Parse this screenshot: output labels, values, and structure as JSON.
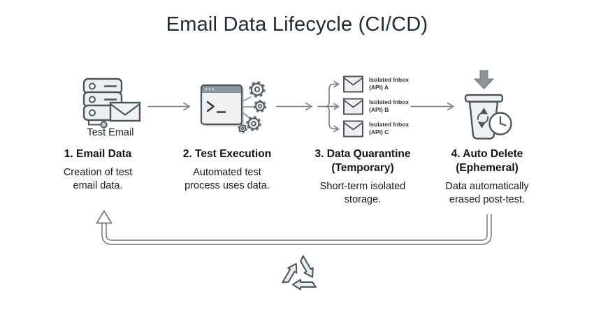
{
  "title": "Email Data Lifecycle (CI/CD)",
  "stages": [
    {
      "heading": "1. Email Data",
      "body": "Creation of test\nemail data.",
      "icon": "server-email-icon",
      "icon_caption": "Test Email"
    },
    {
      "heading": "2. Test Execution",
      "body": "Automated test\nprocess uses data.",
      "icon": "terminal-gears-icon"
    },
    {
      "heading": "3. Data Quarantine\n(Temporary)",
      "body": "Short-term isolated\nstorage.",
      "icon": "isolated-inboxes-icon",
      "inboxes": [
        {
          "line1": "Isolated Inbox",
          "line2": "(API) A"
        },
        {
          "line1": "Isolated Inbox",
          "line2": "(API) B"
        },
        {
          "line1": "Isolated Inbox",
          "line2": "(API) C"
        }
      ]
    },
    {
      "heading": "4. Auto Delete\n(Ephemeral)",
      "body": "Data automatically\nerased post-test.",
      "icon": "trash-clock-icon"
    }
  ],
  "loop": {
    "icon": "recycle-icon"
  },
  "icons": [
    "server-stack-icon",
    "envelope-icon",
    "terminal-window-icon",
    "gear-icon",
    "fork-arrows",
    "trash-can-icon",
    "down-arrow-icon",
    "clock-icon",
    "recycle-icon",
    "loop-arrow"
  ],
  "colors": {
    "outline": "#4d565e",
    "icon_fill": "#edeff1",
    "mid_gray": "#8e969d",
    "arrow_gray": "#85898e",
    "loop_gray": "#6d7378",
    "title_text": "#202b36",
    "heading_text": "#121517",
    "body_text": "#17191c"
  }
}
